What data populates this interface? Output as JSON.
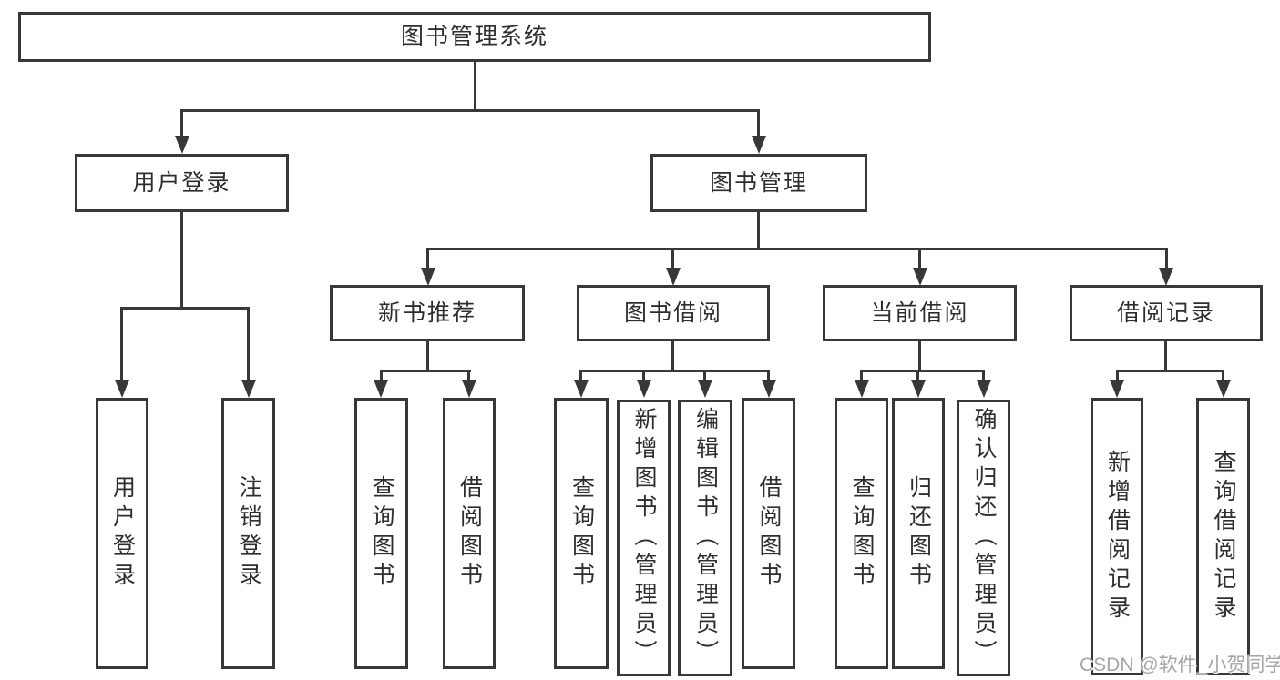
{
  "tree": {
    "root": {
      "label": "图书管理系统"
    },
    "branches": [
      {
        "label": "用户登录",
        "children": [
          {
            "label": "用户登录"
          },
          {
            "label": "注销登录"
          }
        ]
      },
      {
        "label": "图书管理",
        "children": [
          {
            "label": "新书推荐",
            "children": [
              {
                "label": "查询图书"
              },
              {
                "label": "借阅图书"
              }
            ]
          },
          {
            "label": "图书借阅",
            "children": [
              {
                "label": "查询图书"
              },
              {
                "label": "新增图书（管理员）"
              },
              {
                "label": "编辑图书（管理员）"
              },
              {
                "label": "借阅图书"
              }
            ]
          },
          {
            "label": "当前借阅",
            "children": [
              {
                "label": "查询图书"
              },
              {
                "label": "归还图书"
              },
              {
                "label": "确认归还（管理员）"
              }
            ]
          },
          {
            "label": "借阅记录",
            "children": [
              {
                "label": "新增借阅记录"
              },
              {
                "label": "查询借阅记录"
              }
            ]
          }
        ]
      }
    ]
  },
  "watermark": {
    "text": "CSDN @软件_小贺同学"
  },
  "colors": {
    "line": "#383838",
    "text": "#2e2e2e",
    "background": "#ffffff",
    "watermark": "#a6a6a6"
  }
}
